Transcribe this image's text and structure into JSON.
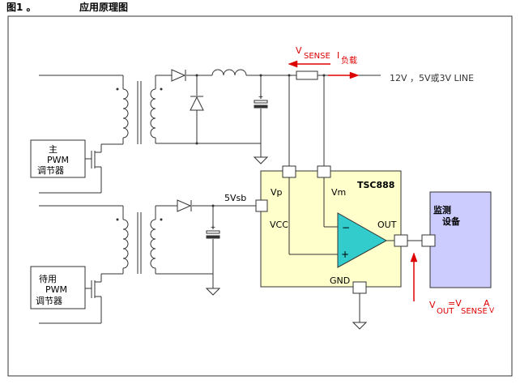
{
  "header": {
    "figure_label": "图1 。",
    "title": "应用原理图"
  },
  "primary_regulator": {
    "line1": "主",
    "line2": "PWM",
    "line3": "调节器"
  },
  "standby_regulator": {
    "line1": "待用",
    "line2": "PWM",
    "line3": "调节器"
  },
  "output_line": {
    "label": "12V ，5V或3V LINE"
  },
  "sense": {
    "v_main": "V",
    "v_sub": "SENSE",
    "i_main": "I",
    "i_sub": "负载"
  },
  "standby_supply": {
    "label": "5Vsb"
  },
  "ic": {
    "name": "TSC888",
    "vp": "Vp",
    "vm": "Vm",
    "vcc": "VCC",
    "out": "OUT",
    "gnd": "GND",
    "minus": "−",
    "plus": "+"
  },
  "monitor": {
    "line1": "监测",
    "line2": "设备"
  },
  "equation": {
    "v": "V",
    "out_sub": "OUT",
    "eq": "=V",
    "sense_sub": "SENSE",
    "gain": "A",
    "gain_sub": "V"
  },
  "colors": {
    "ic_fill": "#ffffcc",
    "monitor_fill": "#ccccff",
    "arrow": "#dd0000",
    "line": "#333333"
  }
}
